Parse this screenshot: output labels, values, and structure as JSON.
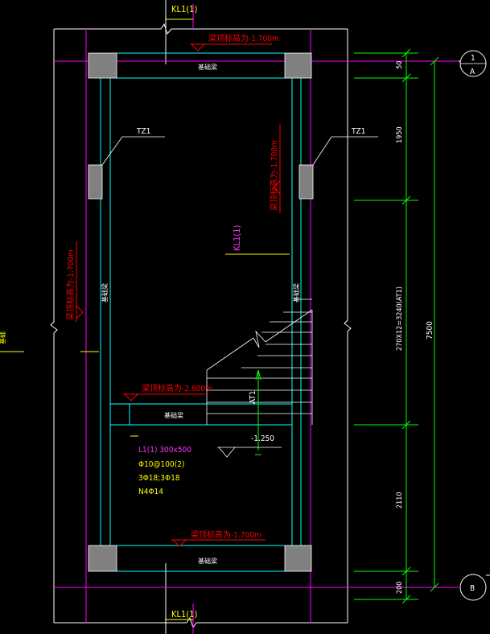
{
  "labels": {
    "kl1_top": "KL1(1)",
    "kl1_bottom": "KL1(1)",
    "kl1_mid": "KL1(1)",
    "tz1_left": "TZ1",
    "tz1_right": "TZ1",
    "elev_top": "梁顶标高为-1.700m",
    "elev_right": "梁顶标高为-1.700m",
    "elev_left": "梁顶标高为-1.700m",
    "elev_mid": "梁顶标高为-2.600m",
    "elev_bottom": "梁顶标高为-1.700m",
    "beam_top": "基础梁",
    "beam_left": "基础梁",
    "beam_right": "基础梁",
    "beam_mid": "基础梁",
    "beam_bottom": "基础梁",
    "at1": "AT1",
    "level": "-1.250",
    "l1_title": "L1(1) 300x500",
    "l1_stirrup": "Φ10@100(2)",
    "l1_main": "3Φ18;3Φ18",
    "l1_side": "N4Φ14",
    "side_note": "基础"
  },
  "dimensions": {
    "d50": "50",
    "d1950": "1950",
    "d3240": "270X12=3240(AT1)",
    "d2110": "2110",
    "d200": "200",
    "d7500": "7500"
  },
  "axes": {
    "top_number": "1",
    "top_letter": "A",
    "bottom_letter": "B"
  },
  "colors": {
    "background": "#000000",
    "outline": "#ffffff",
    "beam": "#00ffff",
    "axis": "#ff00ff",
    "note_red": "#ff0000",
    "dim_green": "#00ff00",
    "yellow": "#ffff00",
    "magenta_text": "#ff33ff",
    "column": "#808080"
  }
}
